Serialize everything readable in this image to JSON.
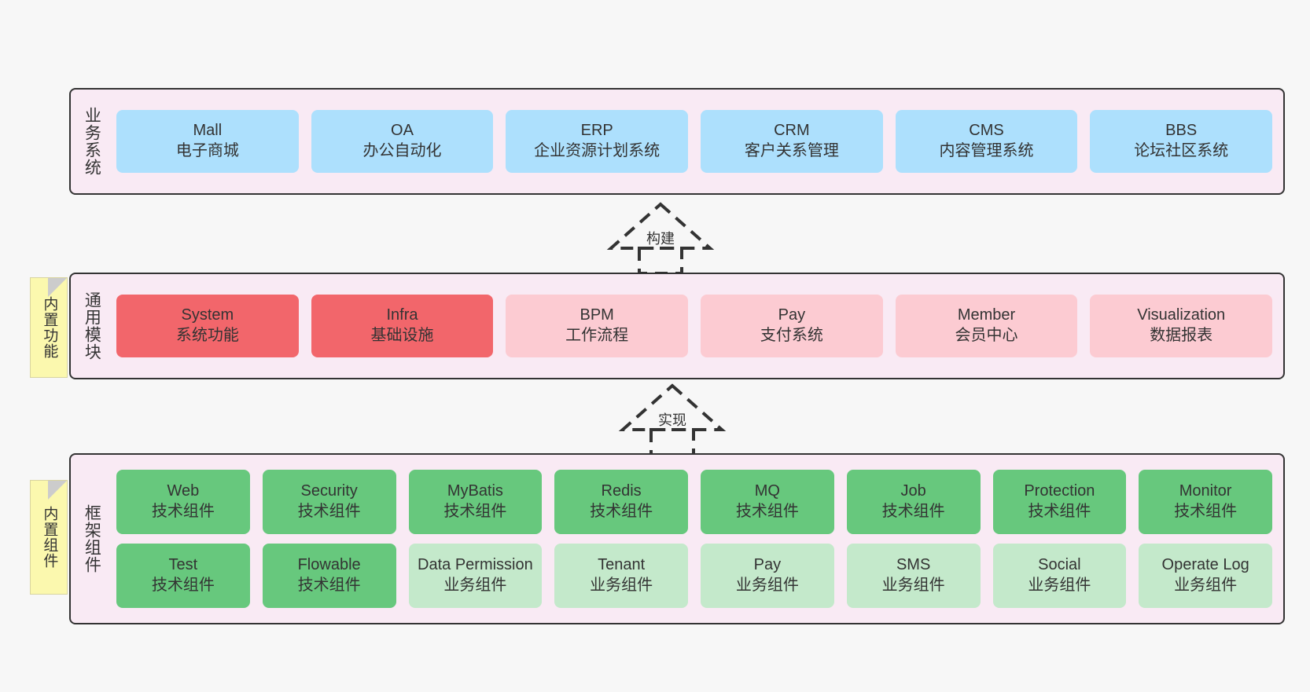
{
  "diagram": {
    "background": "#f7f7f7",
    "band_background": "#f9eaf4",
    "border_color": "#333333",
    "note_color": "#fbf8ae"
  },
  "notes": [
    {
      "label": "内置功能"
    },
    {
      "label": "内置组件"
    }
  ],
  "connectors": [
    {
      "label": "构建",
      "style": "dashed-hollow-triangle",
      "direction": "up"
    },
    {
      "label": "实现",
      "style": "dashed-hollow-triangle",
      "direction": "up"
    }
  ],
  "bands": [
    {
      "title": "业务系统",
      "rows": [
        {
          "cards": [
            {
              "name": "Mall",
              "desc": "电子商城",
              "color": "#ade0fd"
            },
            {
              "name": "OA",
              "desc": "办公自动化",
              "color": "#ade0fd"
            },
            {
              "name": "ERP",
              "desc": "企业资源计划系统",
              "color": "#ade0fd"
            },
            {
              "name": "CRM",
              "desc": "客户关系管理",
              "color": "#ade0fd"
            },
            {
              "name": "CMS",
              "desc": "内容管理系统",
              "color": "#ade0fd"
            },
            {
              "name": "BBS",
              "desc": "论坛社区系统",
              "color": "#ade0fd"
            }
          ]
        }
      ]
    },
    {
      "title": "通用模块",
      "rows": [
        {
          "cards": [
            {
              "name": "System",
              "desc": "系统功能",
              "color": "#f2666b"
            },
            {
              "name": "Infra",
              "desc": "基础设施",
              "color": "#f2666b"
            },
            {
              "name": "BPM",
              "desc": "工作流程",
              "color": "#fccbd2"
            },
            {
              "name": "Pay",
              "desc": "支付系统",
              "color": "#fccbd2"
            },
            {
              "name": "Member",
              "desc": "会员中心",
              "color": "#fccbd2"
            },
            {
              "name": "Visualization",
              "desc": "数据报表",
              "color": "#fccbd2"
            }
          ]
        }
      ]
    },
    {
      "title": "框架组件",
      "rows": [
        {
          "cards": [
            {
              "name": "Web",
              "desc": "技术组件",
              "color": "#67c87d"
            },
            {
              "name": "Security",
              "desc": "技术组件",
              "color": "#67c87d"
            },
            {
              "name": "MyBatis",
              "desc": "技术组件",
              "color": "#67c87d"
            },
            {
              "name": "Redis",
              "desc": "技术组件",
              "color": "#67c87d"
            },
            {
              "name": "MQ",
              "desc": "技术组件",
              "color": "#67c87d"
            },
            {
              "name": "Job",
              "desc": "技术组件",
              "color": "#67c87d"
            },
            {
              "name": "Protection",
              "desc": "技术组件",
              "color": "#67c87d"
            },
            {
              "name": "Monitor",
              "desc": "技术组件",
              "color": "#67c87d"
            }
          ]
        },
        {
          "cards": [
            {
              "name": "Test",
              "desc": "技术组件",
              "color": "#67c87d"
            },
            {
              "name": "Flowable",
              "desc": "技术组件",
              "color": "#67c87d"
            },
            {
              "name": "Data Permission",
              "desc": "业务组件",
              "color": "#c4e9cb"
            },
            {
              "name": "Tenant",
              "desc": "业务组件",
              "color": "#c4e9cb"
            },
            {
              "name": "Pay",
              "desc": "业务组件",
              "color": "#c4e9cb"
            },
            {
              "name": "SMS",
              "desc": "业务组件",
              "color": "#c4e9cb"
            },
            {
              "name": "Social",
              "desc": "业务组件",
              "color": "#c4e9cb"
            },
            {
              "name": "Operate Log",
              "desc": "业务组件",
              "color": "#c4e9cb"
            }
          ]
        }
      ]
    }
  ]
}
